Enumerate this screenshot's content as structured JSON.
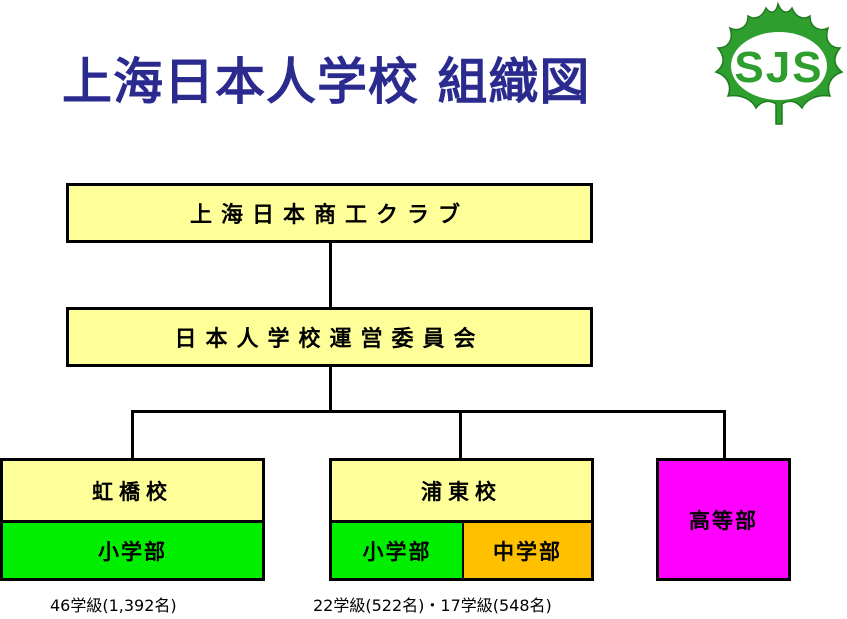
{
  "title": "上海日本人学校 組織図",
  "logo": {
    "text": "SJS",
    "color": "#2e9e2e",
    "icon": "leaf-logo"
  },
  "org": {
    "club": "上海日本商工クラブ",
    "committee": "日本人学校運営委員会",
    "hongqiao": {
      "name": "虹橋校",
      "elementary": "小学部",
      "stats": "46学級(1,392名)"
    },
    "pudong": {
      "name": "浦東校",
      "elementary": "小学部",
      "junior_high": "中学部",
      "stats": "22学級(522名)・17学級(548名)"
    },
    "high_school": "高等部"
  },
  "colors": {
    "box_fill": "#ffff99",
    "elementary": "#00ee00",
    "junior_high": "#ffc000",
    "high_school": "#ff00ff",
    "title": "#2b2b8f"
  }
}
